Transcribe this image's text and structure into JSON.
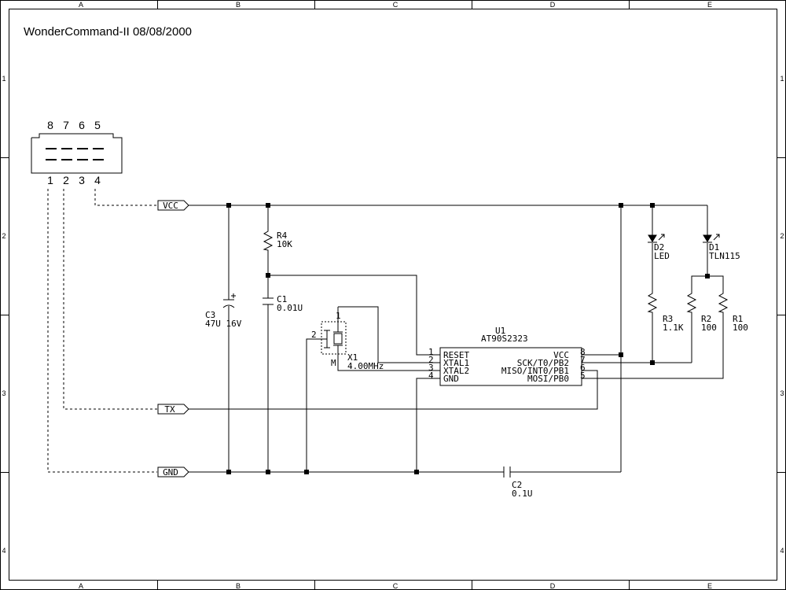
{
  "title": "WonderCommand-II 08/08/2000",
  "zone_cols": [
    "A",
    "B",
    "C",
    "D",
    "E"
  ],
  "zone_rows": [
    "1",
    "2",
    "3",
    "4"
  ],
  "connector": {
    "top_pins": [
      "8",
      "7",
      "6",
      "5"
    ],
    "bottom_pins": [
      "1",
      "2",
      "3",
      "4"
    ]
  },
  "nets": {
    "vcc": "VCC",
    "tx": "TX",
    "gnd": "GND"
  },
  "parts": {
    "r4": {
      "ref": "R4",
      "value": "10K"
    },
    "c1": {
      "ref": "C1",
      "value": "0.01U"
    },
    "c3": {
      "ref": "C3",
      "value": "47U  16V"
    },
    "c2": {
      "ref": "C2",
      "value": "0.1U"
    },
    "x1": {
      "ref": "X1",
      "value": "4.00MHz",
      "pin1": "1",
      "pin2": "2",
      "pin3": "M"
    },
    "u1": {
      "ref": "U1",
      "value": "AT90S2323",
      "pin_nums_left": [
        "1",
        "2",
        "3",
        "4"
      ],
      "pin_nums_right": [
        "8",
        "7",
        "6",
        "5"
      ],
      "pin_names_left": [
        "RESET",
        "XTAL1",
        "XTAL2",
        "GND"
      ],
      "pin_names_right": [
        "VCC",
        "SCK/T0/PB2",
        "MISO/INT0/PB1",
        "MOSI/PB0"
      ]
    },
    "d2": {
      "ref": "D2",
      "value": "LED"
    },
    "d1": {
      "ref": "D1",
      "value": "TLN115"
    },
    "r3": {
      "ref": "R3",
      "value": "1.1K"
    },
    "r2": {
      "ref": "R2",
      "value": "100"
    },
    "r1": {
      "ref": "R1",
      "value": "100"
    }
  }
}
